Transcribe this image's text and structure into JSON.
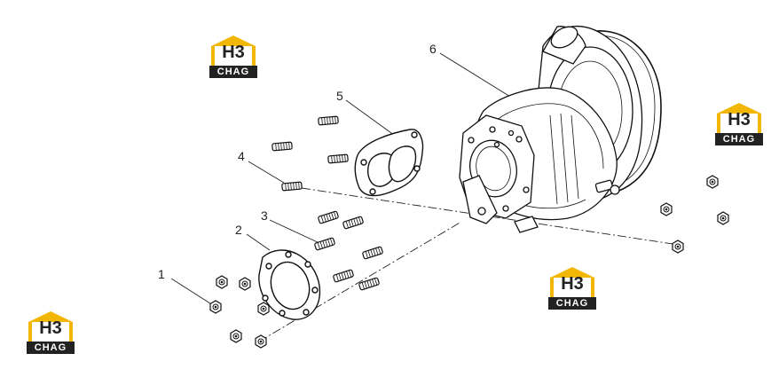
{
  "callouts": [
    {
      "id": "1",
      "label": "1"
    },
    {
      "id": "2",
      "label": "2"
    },
    {
      "id": "3",
      "label": "3"
    },
    {
      "id": "4",
      "label": "4"
    },
    {
      "id": "5",
      "label": "5"
    },
    {
      "id": "6",
      "label": "6"
    }
  ],
  "watermark": {
    "mark": "H3",
    "text": "CHAG",
    "accent_color": "#f2b705",
    "dark_color": "#222222"
  }
}
